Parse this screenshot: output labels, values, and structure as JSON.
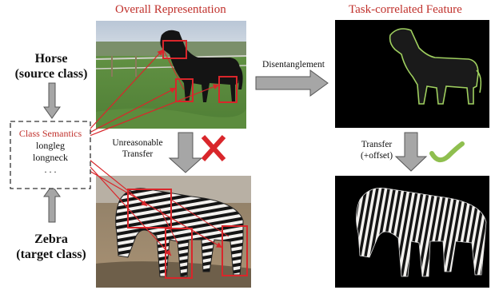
{
  "headings": {
    "left": "Overall Representation",
    "right": "Task-correlated Feature"
  },
  "source_class": {
    "name": "Horse",
    "sub": "(source class)"
  },
  "target_class": {
    "name": "Zebra",
    "sub": "(target class)"
  },
  "semantics_box": {
    "title": "Class Semantics",
    "items": [
      "longleg",
      "longneck",
      ". . ."
    ]
  },
  "arrows": {
    "disentangle": "Disentanglement",
    "unreasonable": [
      "Unreasonable",
      "Transfer"
    ],
    "transfer": [
      "Transfer",
      "(+offset)"
    ]
  },
  "colors": {
    "heading_red": "#c0302b",
    "box_red": "#d9262b",
    "arrow_gray": "#a6a6a6",
    "check_green": "#8fbf4f",
    "cross_red": "#d9262b",
    "contour_green": "#9fcf5f"
  },
  "icons": {
    "cross": "cross-mark-icon",
    "check": "check-mark-icon"
  }
}
